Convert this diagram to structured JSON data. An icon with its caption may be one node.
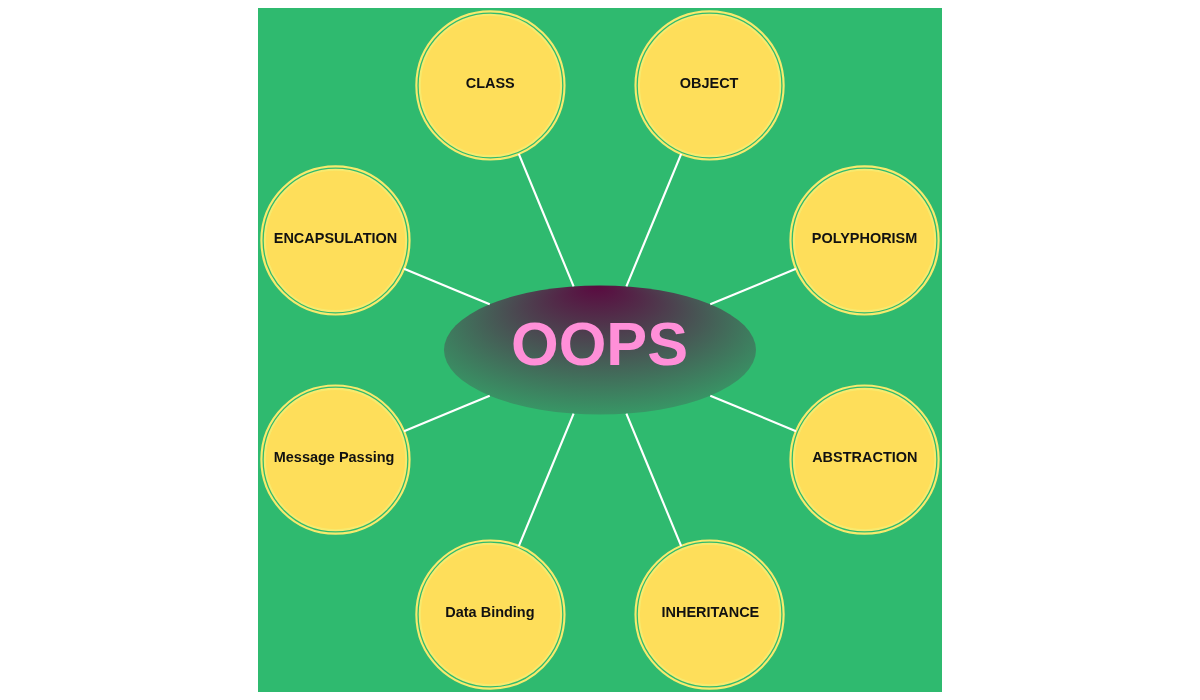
{
  "diagram": {
    "nodes": [
      {
        "text": [
          "OOPS"
        ]
      },
      {
        "text": [
          "OBJECT"
        ]
      },
      {
        "text": [
          "CLASS"
        ]
      },
      {
        "text": [
          "POLYPHORISM"
        ]
      },
      {
        "text": [
          "ENCAPSULATION"
        ]
      },
      {
        "text": [
          "ABSTRACTION"
        ]
      },
      {
        "text": [
          "Message Passing"
        ]
      },
      {
        "text": [
          "INHERITANCE"
        ]
      },
      {
        "text": [
          "Data Binding"
        ]
      }
    ],
    "edges": [
      {
        "from": 0,
        "to": 1,
        "arrow": "none"
      },
      {
        "from": 0,
        "to": 3,
        "arrow": "none"
      },
      {
        "from": 0,
        "to": 5,
        "arrow": "none"
      },
      {
        "from": 0,
        "to": 7,
        "arrow": "none"
      },
      {
        "from": 0,
        "to": 8,
        "arrow": "none"
      },
      {
        "from": 0,
        "to": 6,
        "arrow": "none"
      },
      {
        "from": 0,
        "to": 4,
        "arrow": "none"
      },
      {
        "from": 0,
        "to": 2,
        "arrow": "none"
      }
    ]
  }
}
